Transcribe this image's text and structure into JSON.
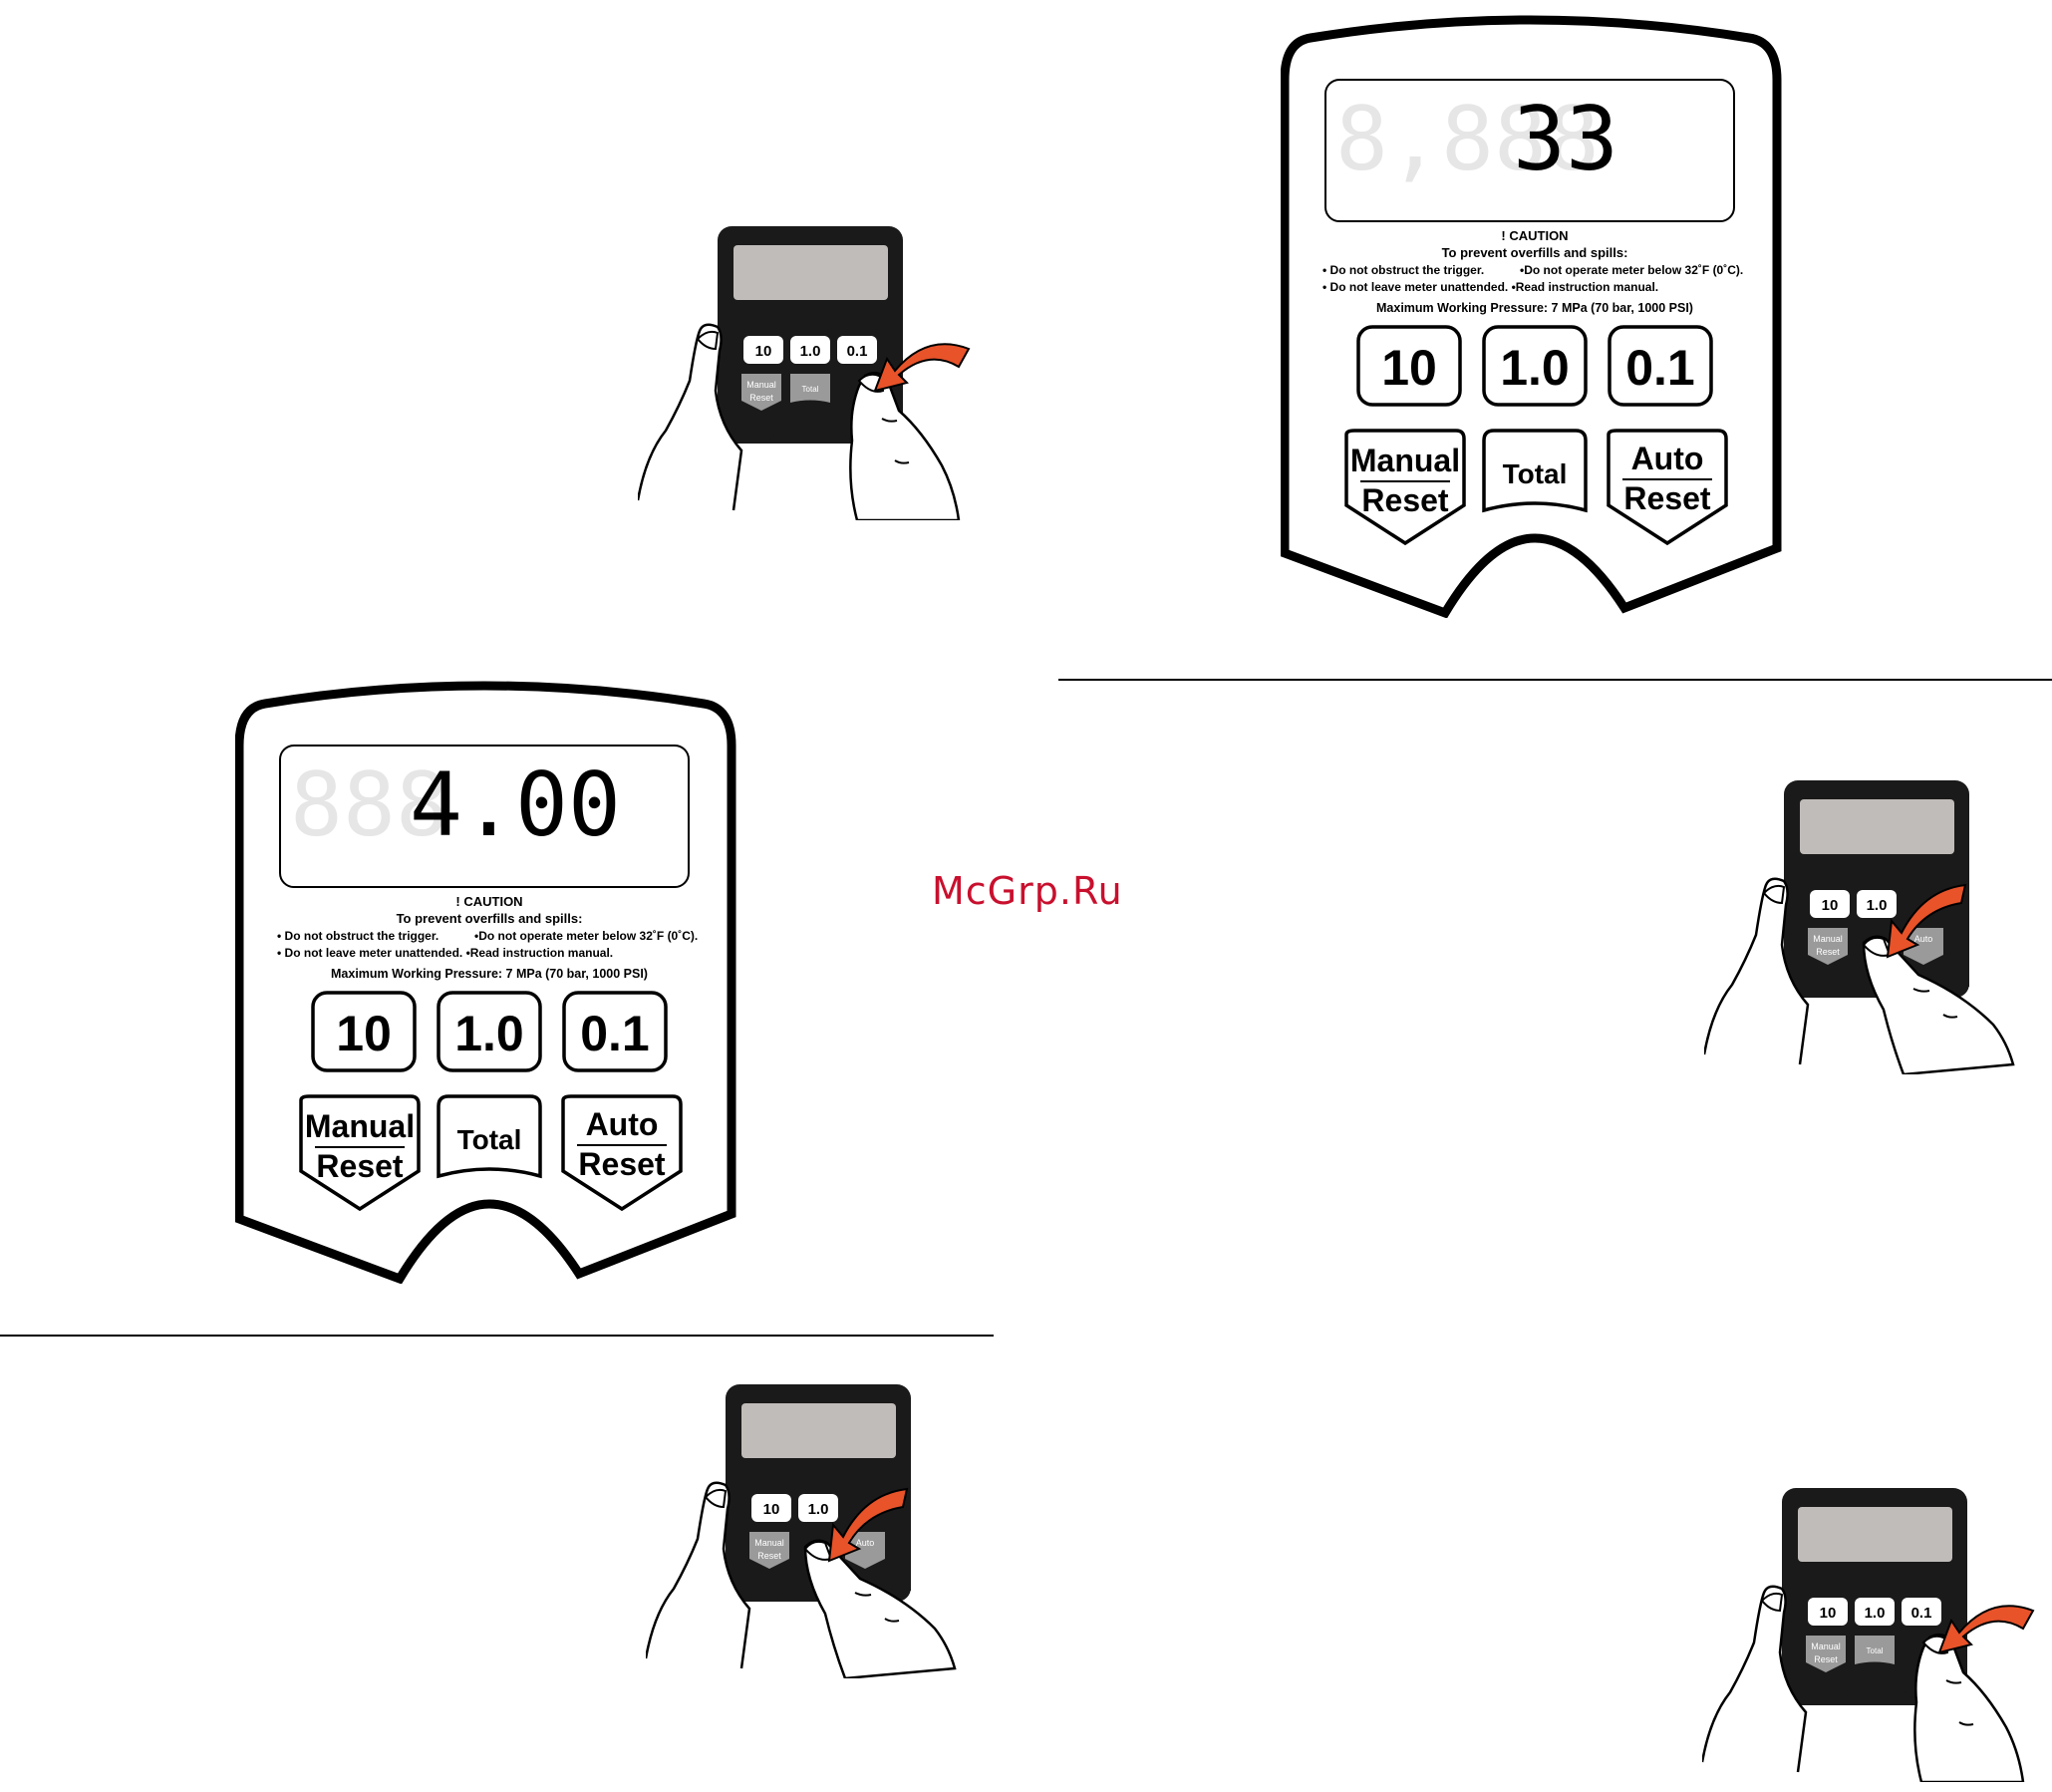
{
  "watermark": "McGrp.Ru",
  "panel": {
    "caution_title": "! CAUTION",
    "caution_sub": "To prevent overfills and spills:",
    "caution_line1a": "• Do not obstruct the trigger.",
    "caution_line1b": "•Do not operate meter below 32˚F (0˚C).",
    "caution_line2": "• Do not leave meter unattended. •Read instruction manual.",
    "pressure": "Maximum Working Pressure: 7 MPa (70 bar, 1000 PSI)",
    "btn_10": "10",
    "btn_1_0": "1.0",
    "btn_0_1": "0.1",
    "btn_manual": "Manual",
    "btn_reset": "Reset",
    "btn_total": "Total",
    "btn_auto": "Auto"
  },
  "top_panel": {
    "lcd_ghost": "8,888",
    "lcd_value": "33"
  },
  "mid_panel": {
    "lcd_ghost": "888",
    "lcd_value": "4.00"
  },
  "mini": {
    "btn_10": "10",
    "btn_1_0": "1.0",
    "btn_0_1": "0.1",
    "btn_manual": "Manual",
    "btn_reset": "Reset",
    "btn_total": "Total",
    "btn_auto": "Auto"
  },
  "colors": {
    "arrow": "#e8532a",
    "device": "#1a1a1a",
    "screen": "#c0bcb9",
    "ghost": "#e6e6e6"
  }
}
